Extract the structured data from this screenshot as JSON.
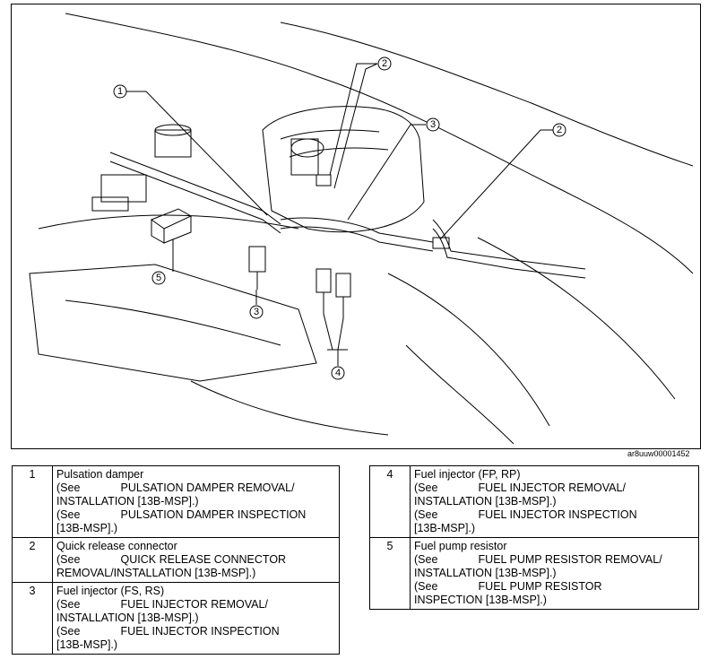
{
  "figure": {
    "code": "ar8uuw00001452",
    "callouts": [
      "1",
      "2",
      "2",
      "3",
      "3",
      "4",
      "5"
    ]
  },
  "legend": {
    "left": [
      {
        "num": "1",
        "name": "Pulsation damper",
        "refs": [
          "(See             PULSATION DAMPER REMOVAL/",
          "INSTALLATION [13B-MSP].)",
          "(See             PULSATION DAMPER INSPECTION",
          "[13B-MSP].)"
        ]
      },
      {
        "num": "2",
        "name": "Quick release connector",
        "refs": [
          "(See             QUICK RELEASE CONNECTOR",
          "REMOVAL/INSTALLATION [13B-MSP].)"
        ]
      },
      {
        "num": "3",
        "name": "Fuel injector (FS, RS)",
        "refs": [
          "(See             FUEL INJECTOR REMOVAL/",
          "INSTALLATION [13B-MSP].)",
          "(See             FUEL INJECTOR INSPECTION",
          "[13B-MSP].)"
        ]
      }
    ],
    "right": [
      {
        "num": "4",
        "name": "Fuel injector (FP, RP)",
        "refs": [
          "(See             FUEL INJECTOR REMOVAL/",
          "INSTALLATION [13B-MSP].)",
          "(See             FUEL INJECTOR INSPECTION",
          "[13B-MSP].)"
        ]
      },
      {
        "num": "5",
        "name": "Fuel pump resistor",
        "refs": [
          "(See             FUEL PUMP RESISTOR REMOVAL/",
          "INSTALLATION [13B-MSP].)",
          "(See             FUEL PUMP RESISTOR",
          "INSPECTION [13B-MSP].)"
        ]
      }
    ]
  }
}
